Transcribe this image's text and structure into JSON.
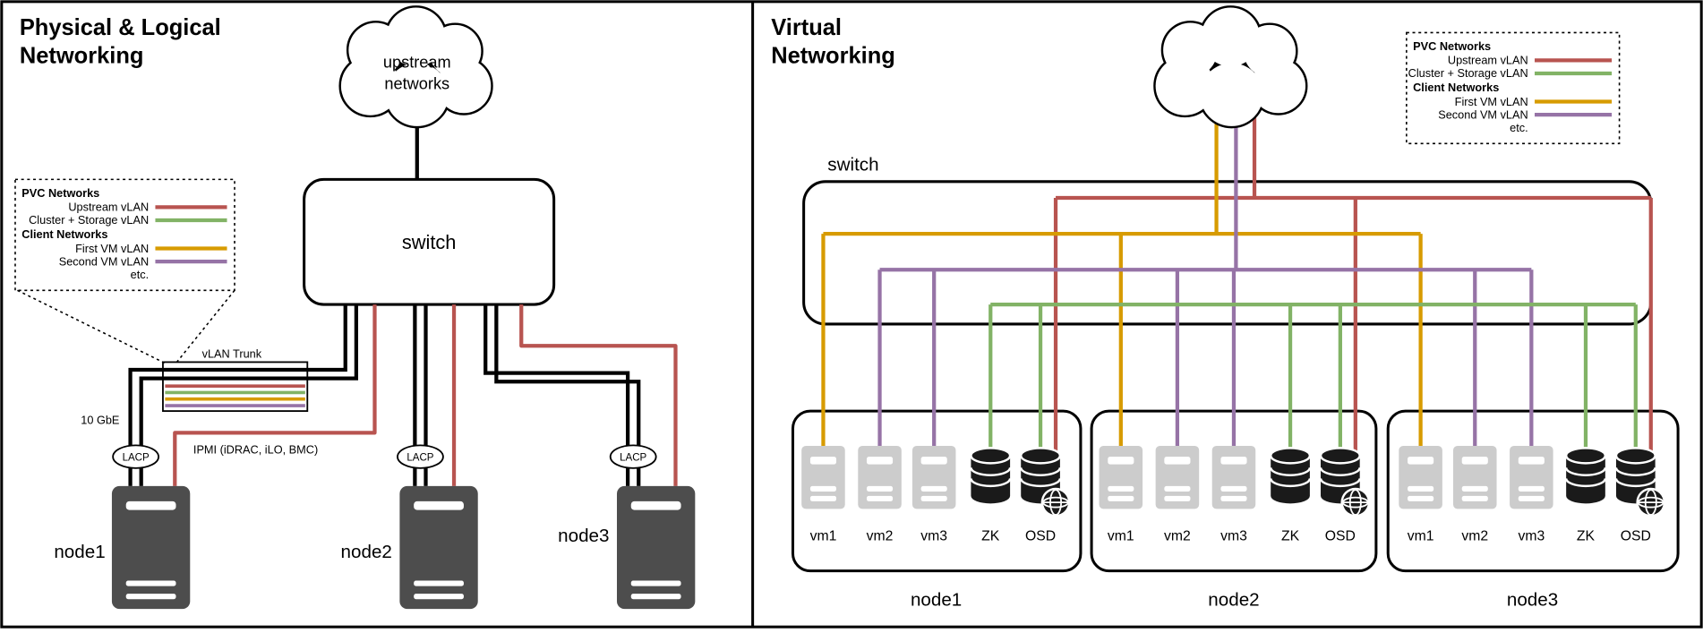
{
  "colors": {
    "upstream": "#b85450",
    "cluster_storage": "#82b366",
    "first_vm": "#d79b00",
    "second_vm": "#9673a6",
    "node_dark": "#4d4d4d",
    "vm_gray": "#cccccc",
    "service_dark": "#1a1a1a"
  },
  "legend": {
    "pvc_header": "PVC Networks",
    "client_header": "Client Networks",
    "upstream_label": "Upstream vLAN",
    "cluster_label": "Cluster + Storage vLAN",
    "first_vm_label": "First VM vLAN",
    "second_vm_label": "Second VM vLAN",
    "etc_label": "etc."
  },
  "left": {
    "title_line1": "Physical & Logical",
    "title_line2": "Networking",
    "cloud_line1": "upstream",
    "cloud_line2": "networks",
    "switch_label": "switch",
    "vlan_trunk_label": "vLAN Trunk",
    "link_speed_label": "10 GbE",
    "ipmi_label": "IPMI (iDRAC, iLO, BMC)",
    "lacp_label": "LACP",
    "node1_label": "node1",
    "node2_label": "node2",
    "node3_label": "node3"
  },
  "right": {
    "title_line1": "Virtual",
    "title_line2": "Networking",
    "switch_label": "switch",
    "node_labels": [
      "node1",
      "node2",
      "node3"
    ],
    "vm1_label": "vm1",
    "vm2_label": "vm2",
    "vm3_label": "vm3",
    "zk_label": "ZK",
    "osd_label": "OSD"
  }
}
